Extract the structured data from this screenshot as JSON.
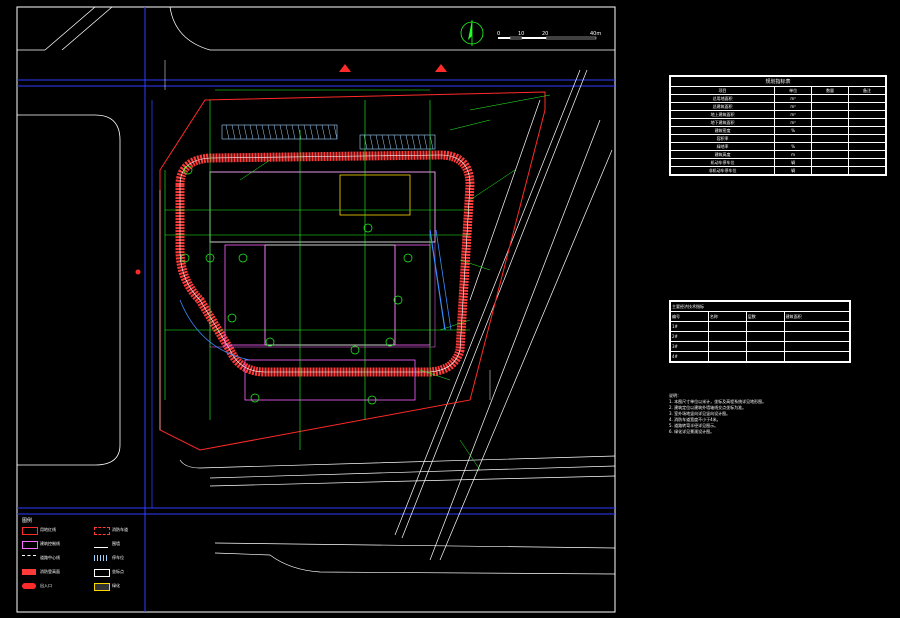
{
  "scale": {
    "ticks": [
      "0",
      "10",
      "20",
      "40m"
    ]
  },
  "table1": {
    "title": "规划指标表",
    "rows": [
      [
        "项目",
        "单位",
        "数量",
        "备注"
      ],
      [
        "总用地面积",
        "m²",
        "",
        ""
      ],
      [
        "总建筑面积",
        "m²",
        "",
        ""
      ],
      [
        "地上建筑面积",
        "m²",
        "",
        ""
      ],
      [
        "地下建筑面积",
        "m²",
        "",
        ""
      ],
      [
        "建筑密度",
        "%",
        "",
        ""
      ],
      [
        "容积率",
        "",
        "",
        ""
      ],
      [
        "绿地率",
        "%",
        "",
        ""
      ],
      [
        "建筑高度",
        "m",
        "",
        ""
      ],
      [
        "机动车停车位",
        "辆",
        "",
        ""
      ],
      [
        "非机动车停车位",
        "辆",
        "",
        ""
      ]
    ]
  },
  "table2": {
    "title": "主要经济技术指标",
    "rows": [
      [
        "编号",
        "名称",
        "层数",
        "建筑面积"
      ],
      [
        "1#",
        "",
        "",
        ""
      ],
      [
        "2#",
        "",
        "",
        ""
      ],
      [
        "3#",
        "",
        "",
        ""
      ],
      [
        "4#",
        "",
        "",
        ""
      ]
    ]
  },
  "notes": [
    "说明：",
    "1. 本图尺寸单位以米计，坐标及高程系统详见地形图。",
    "2. 建筑定位以建筑外墙轴线交点坐标为准。",
    "3. 室外场地竖向详见竖向设计图。",
    "4. 消防车道宽度不小于4米。",
    "5. 道路转弯半径详见图示。",
    "6. 绿化详见景观设计图。"
  ],
  "legend": {
    "title": "图例",
    "items": [
      "用地红线",
      "建筑控制线",
      "道路中心线",
      "消防登高面",
      "出入口",
      "消防车道",
      "围墙",
      "停车位",
      "坐标点",
      "绿化"
    ]
  }
}
